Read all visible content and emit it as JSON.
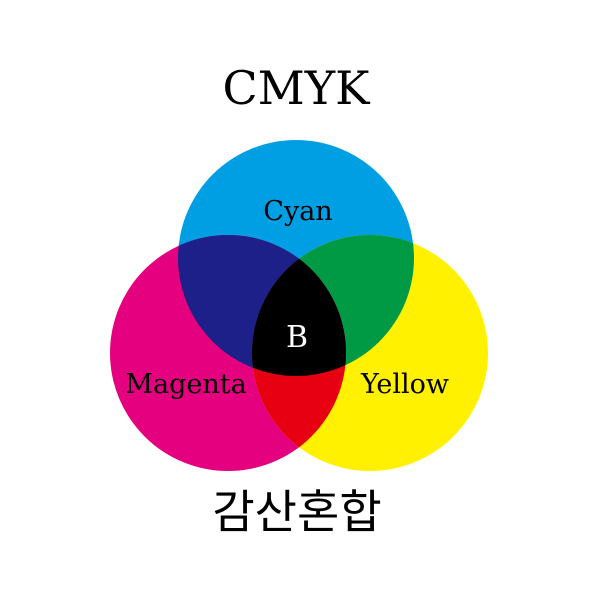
{
  "title": "CMYK",
  "caption": "감산혼합",
  "circles": {
    "cyan": {
      "label": "Cyan",
      "color": "#009FE3"
    },
    "magenta": {
      "label": "Magenta",
      "color": "#E4007F"
    },
    "yellow": {
      "label": "Yellow",
      "color": "#FFF100"
    }
  },
  "overlaps": {
    "cyan_magenta": "#1D2088",
    "cyan_yellow": "#009944",
    "magenta_yellow": "#E60012",
    "center": {
      "label": "B",
      "color": "#000000"
    }
  }
}
